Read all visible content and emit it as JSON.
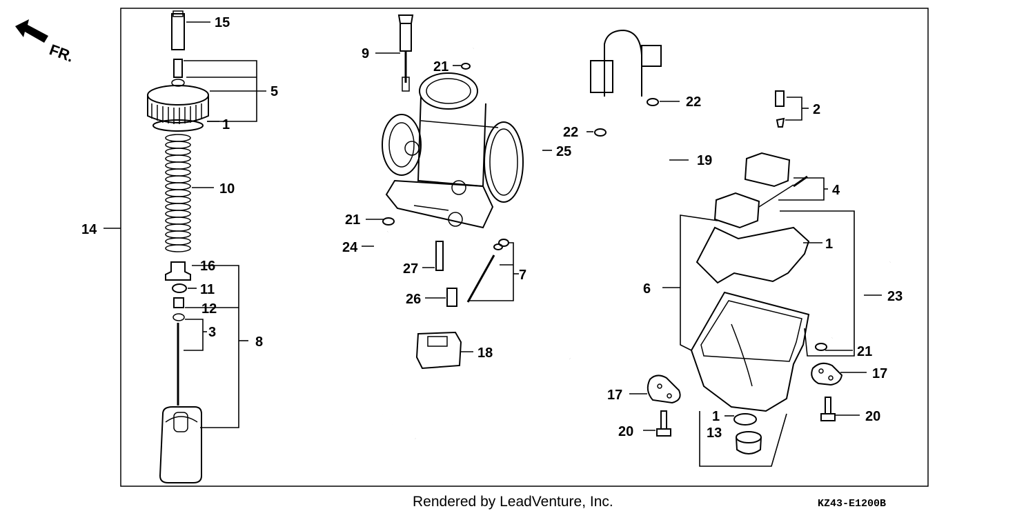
{
  "diagram": {
    "orientation_label": "FR.",
    "callouts": [
      {
        "id": "15",
        "text": "15"
      },
      {
        "id": "5",
        "text": "5"
      },
      {
        "id": "1a",
        "text": "1"
      },
      {
        "id": "10",
        "text": "10"
      },
      {
        "id": "14",
        "text": "14"
      },
      {
        "id": "16",
        "text": "16"
      },
      {
        "id": "11",
        "text": "11"
      },
      {
        "id": "12",
        "text": "12"
      },
      {
        "id": "3",
        "text": "3"
      },
      {
        "id": "8",
        "text": "8"
      },
      {
        "id": "9",
        "text": "9"
      },
      {
        "id": "21a",
        "text": "21"
      },
      {
        "id": "25",
        "text": "25"
      },
      {
        "id": "21b",
        "text": "21"
      },
      {
        "id": "24",
        "text": "24"
      },
      {
        "id": "27",
        "text": "27"
      },
      {
        "id": "7",
        "text": "7"
      },
      {
        "id": "26",
        "text": "26"
      },
      {
        "id": "18",
        "text": "18"
      },
      {
        "id": "22a",
        "text": "22"
      },
      {
        "id": "22b",
        "text": "22"
      },
      {
        "id": "19",
        "text": "19"
      },
      {
        "id": "2",
        "text": "2"
      },
      {
        "id": "4",
        "text": "4"
      },
      {
        "id": "1b",
        "text": "1"
      },
      {
        "id": "6",
        "text": "6"
      },
      {
        "id": "23",
        "text": "23"
      },
      {
        "id": "21c",
        "text": "21"
      },
      {
        "id": "17a",
        "text": "17"
      },
      {
        "id": "17b",
        "text": "17"
      },
      {
        "id": "20a",
        "text": "20"
      },
      {
        "id": "20b",
        "text": "20"
      },
      {
        "id": "1c",
        "text": "1"
      },
      {
        "id": "13",
        "text": "13"
      }
    ]
  },
  "footer": {
    "credit": "Rendered by LeadVenture, Inc.",
    "diagram_code": "KZ43-E1200B"
  }
}
